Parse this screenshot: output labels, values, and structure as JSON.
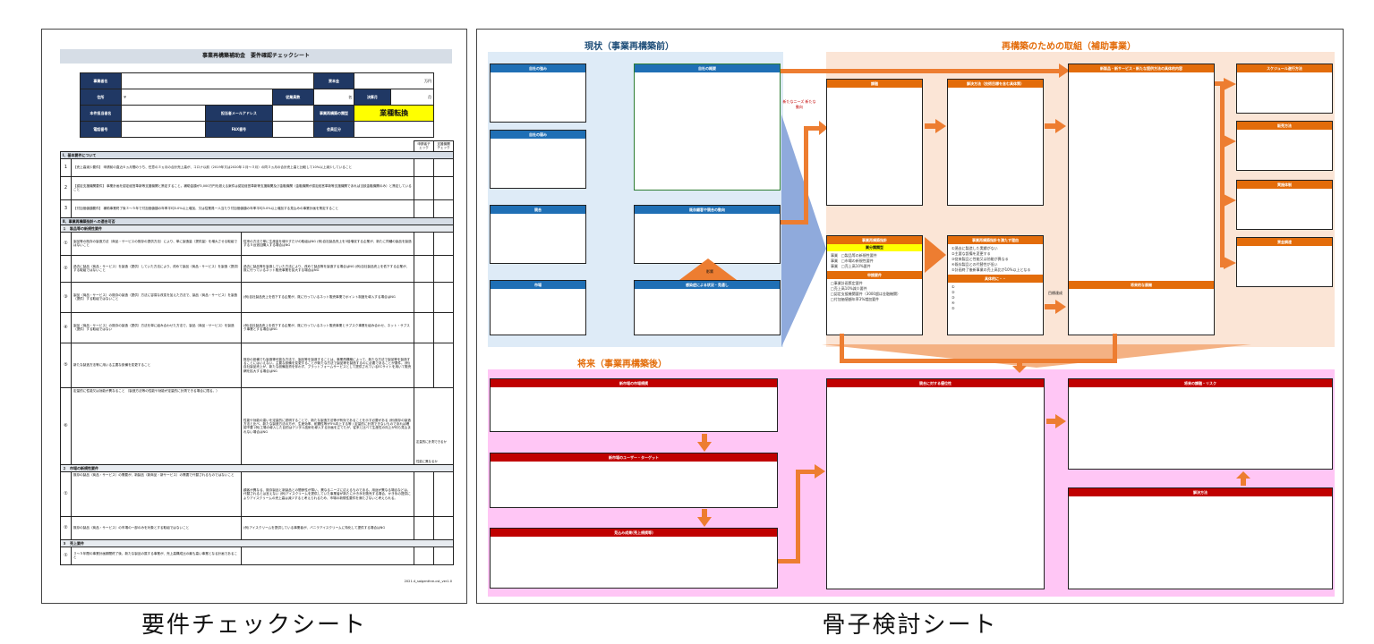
{
  "left": {
    "title": "事業再構築補助金　要件確認チェックシート",
    "header": {
      "company_label": "事業者名",
      "capital_label": "資本金",
      "capital_unit": "万円",
      "address_label": "住所",
      "address_value": "〒",
      "employees_label": "従業員数",
      "employees_unit": "名",
      "fiscal_label": "決算月",
      "fiscal_unit": "月",
      "contact_label": "本件担当者名",
      "contact_email_label": "担当者メールアドレス",
      "type_label": "事業再構築の類型",
      "type_value": "業種転換",
      "phone_label": "電話番号",
      "fax_label": "FAX番号",
      "category_label": "会員区分"
    },
    "col_headers": {
      "applicant": "申請者チェック",
      "supporter": "支援機関チェック"
    },
    "sections": [
      {
        "title": "Ⅰ、基本要件について"
      },
      {
        "title": "Ⅱ、事業再構築指針への適合可否"
      }
    ],
    "basic": [
      {
        "num": "1",
        "text": "【売上高減少要件】 申請前の直近６ヵ月間のうち、任意の３ヵ月の合計売上高が、コロナ以前（2019年又は2020年１月～３月）の同３ヵ月の合計売上高と比較して10%以上減少していること"
      },
      {
        "num": "2",
        "text": "【認定支援機関要件】 事業計画を認定経営革新等支援機関と策定すること。補助金額が3,000万円を超える案件は認定経営革新等支援機関及び金融機関（金融機関が認定経営革新等支援機関であれば当該金融機関のみ）と策定していること"
      },
      {
        "num": "3",
        "text": "【付加価値額要件】 補助事業終了後３～５年で付加価値額の年率平均3.0%以上増加、又は従業員一人当たり付加価値額の年率平均3.0%以上増加する見込みの事業計画を策定すること"
      }
    ],
    "sub1": "１　製品等の新規性要件",
    "rows1": [
      {
        "num": "①",
        "text": "製品等の既存の製造方法（商品・サービスの既存の提供方法）により、単に製造量（提供量）を増大させる取組ではないこと",
        "note": "従来の方法で単に生産量を増やすだけの取組はNG (例)自社製品売上を3倍増収する企業が、新たに同種の製品を製造する５台追加購入する場合はNG"
      },
      {
        "num": "②",
        "text": "過去に製品（商品・サービス）を製造（提供）していた方法により、改めて製品（商品・サービス）を製造（提供）する取組ではないこと",
        "note": "過去に製品等を製造していた方法により、改めて製品等を製造する場合はNG (例)自社製品売上を低下する企業が、既に行っているネット販売事業を拡大する場合はNG"
      },
      {
        "num": "③",
        "text": "製品（商品・サービス）の既存の製造（提供）方法に容易な改変を加えた方法で、製品（商品・サービス）を製造（提供）する取組ではないこと",
        "note": "(例)自社製品売上を低下する企業が、既に行っているネット販売事業でポイント制度を導入する場合はNG"
      },
      {
        "num": "④",
        "text": "製品（商品・サービス）の既存の製造（提供）方法を単に組み合わせた方法で、製品（商品・サービス）を製造（提供）する取組ではない",
        "note": "(例)自社製品売上を低下する企業が、既に行っているネット販売事業とサブスク事業を組み合わせ、ネット・サブスク事業とする場合はNG"
      },
      {
        "num": "⑤",
        "text": "新たな製造方法等に用いる主要な設備を変更すること",
        "note": "既存の設備でも製造等可能な方法で、製品等を製造することは、事業再構築によって、新たな方法で製品等を製造することにはいえない。主要な設備を変更することが新たな方法で製品等を製造するのに必要であることが要件。(例)自社製品売上が、新たな設備投資を伴わず、プラットフォームサービスとして提供されているECサイトを用いて販売網を拡大する場合はNG"
      },
      {
        "num": "⑥",
        "text": "定量的に性能又は効能が異なること （製造方法等の性能や効能が定量的に計測できる場合に限る。）",
        "note": "性能や効能の違いを定量的に説明することで、新たな製造方法等が有効であることを示す必要がある (例)既存の製造方法と比べ、新たな製造方法の方が、生産効率、耐震性等が5%向上する等 / 定量的に計測できないものであれば確認不要 (例)工場の導入した目的はデジタル技術を導入する計画を立てたが、従来と比べて生産性の向上が何ら見込まれない場合はNG",
        "sub_a": "定量的に計測できるか",
        "sub_b": "性能に異なるか"
      }
    ],
    "sub2": "２　市場の新規性要件",
    "rows2": [
      {
        "num": "①",
        "text": "既存の製品（商品・サービス）の需要が、新製品（新商品・新サービス）の需要で代替されるものではないこと",
        "note": "顧客が異なる、既存製品と新製品との間係性が薄い、異なるニーズに応えるものである、用途が異なる場合などは、代替されるとは言えない (例)アイスクリームを提供していた事業者が新たにかき氷を販売する場合、かき氷の提供によりアイスクリームの売上高は減少すると考えられるため、市場の新規性要件を満たさないと考えられる。"
      },
      {
        "num": "②",
        "text": "既存の製品（商品・サービス）の市場の一部のみを対象とする取組ではないこと",
        "note": "(例)アイスクリームを提供している事業者が、バニラアイスクリームに特化して提供する場合はNG"
      }
    ],
    "sub3": "３　売上要件",
    "rows3": [
      {
        "num": "①",
        "text": "３～５年間の事業計画期間終了後、新たな製品の属する事業が、売上高構成比の最も高い事業となる計画であること",
        "note": ""
      }
    ],
    "footer": "2021.4_saigenthre-cst_ver1.0",
    "caption": "要件チェックシート"
  },
  "right": {
    "current_title": "現状（事業再構築前）",
    "plan_title": "再構築のための取組（補助事業）",
    "future_title": "将来（事業再構築後）",
    "current_boxes": {
      "strength": "自社の強み",
      "overview": "自社の概要",
      "weakness": "自社の弱み",
      "competition": "競合",
      "customers": "既存顧客や競合の動向",
      "market": "市場",
      "environment": "感染症による状況・見通し",
      "impact_label": "影響"
    },
    "needs_note": "新たなニーズ 新たな動向",
    "plan_boxes": {
      "issue": "課題",
      "solution": "解決方法（技術目標を含む具体策）",
      "content": "新製品・新サービス・新たな提供方法の具体的内容",
      "schedule": "スケジュール遂行方法",
      "sales": "販売方法",
      "structure": "実施体制",
      "funding": "資金調達",
      "type": "事業再構築指針",
      "type_value": "業分類類型",
      "type_items": [
        "事業　□製品等の新規性要件",
        "事業　□市場の新規性要件",
        "事業　□売上高10%要件"
      ],
      "req_label": "申請要件",
      "req_items": [
        "□事業計画策定要件",
        "□売上高10%減少要件",
        "□認定支援機関要件（3000超は金融機関）",
        "□付加価値額年率3%増加要件"
      ],
      "reason": "事業再構築指針を満たす理由",
      "reason_items": [
        "①過去に製造した実績がない",
        "②主要な設備を変更する",
        "③従来製品と性能又は効能が異なる",
        "④既存製品との代替性が低い",
        "⑤計画終了後新事業の売上高比が10%以上となる"
      ],
      "concrete": "具体的に・・",
      "concrete_items": [
        "①",
        "②",
        "③",
        "④",
        "⑤"
      ],
      "achieve": "目標達成",
      "result": "将来的な展開"
    },
    "future_boxes": {
      "market_info": "新市場の市場規模",
      "users": "新市場のユーザー・ターゲット",
      "results": "見込み成果(売上規模等)",
      "advantage": "競合に対する優位性",
      "challenges": "将来の課題・リスク",
      "resolve": "解決方法"
    },
    "caption": "骨子検討シート"
  }
}
